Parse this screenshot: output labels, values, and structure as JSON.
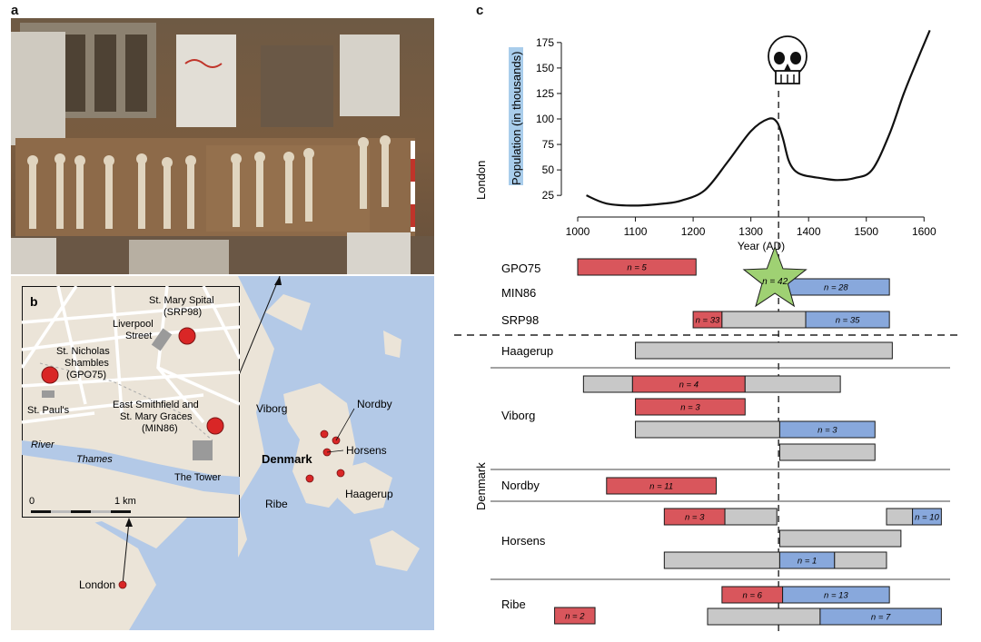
{
  "panels": {
    "a": "a",
    "b": "b",
    "c": "c"
  },
  "map_b": {
    "labels": {
      "spital_1": "St. Mary Spital",
      "spital_2": "(SRP98)",
      "liverpool_1": "Liverpool",
      "liverpool_2": "Street",
      "nicholas_1": "St. Nicholas",
      "nicholas_2": "Shambles",
      "nicholas_3": "(GPO75)",
      "pauls": "St. Paul's",
      "smithfield_1": "East Smithfield and",
      "smithfield_2": "St. Mary Graces",
      "smithfield_3": "(MIN86)",
      "river": "River",
      "thames": "Thames",
      "tower": "The Tower",
      "scale_0": "0",
      "scale_1": "1 km"
    }
  },
  "map_overview": {
    "labels": {
      "viborg": "Viborg",
      "nordby": "Nordby",
      "denmark": "Denmark",
      "horsens": "Horsens",
      "ribe": "Ribe",
      "haagerup": "Haagerup",
      "london": "London"
    }
  },
  "chart_data": {
    "type": "line",
    "region_label": "London",
    "ylabel": "Population (in thousands)",
    "xlabel": "Year (AD)",
    "xlim": [
      1000,
      1620
    ],
    "ylim": [
      10,
      190
    ],
    "yticks": [
      25,
      50,
      75,
      100,
      125,
      150,
      175
    ],
    "xticks": [
      1000,
      1100,
      1200,
      1300,
      1400,
      1500,
      1600
    ],
    "marker_year": 1348,
    "series": [
      {
        "x": [
          1015,
          1050,
          1100,
          1150,
          1180,
          1220,
          1260,
          1300,
          1330,
          1345,
          1355,
          1365,
          1375,
          1390,
          1420,
          1450,
          1480,
          1510,
          1540,
          1565,
          1590,
          1610
        ],
        "values": [
          25,
          17,
          15,
          17,
          20,
          30,
          58,
          88,
          100,
          97,
          82,
          60,
          50,
          45,
          42,
          40,
          42,
          50,
          85,
          125,
          160,
          187
        ]
      }
    ]
  },
  "timeline": {
    "london_sites": [
      "GPO75",
      "MIN86",
      "SRP98"
    ],
    "denmark_label": "Denmark",
    "denmark_sites": [
      "Haagerup",
      "Viborg",
      "Nordby",
      "Horsens",
      "Ribe"
    ],
    "bars": [
      {
        "row": 0,
        "start": 1000,
        "end": 1205,
        "kind": "pre",
        "label": "n = 5"
      },
      {
        "row": 1,
        "start": 1355,
        "end": 1540,
        "kind": "post",
        "label": "n = 28"
      },
      {
        "row": 2,
        "start": 1200,
        "end": 1250,
        "kind": "pre",
        "label": "n = 33"
      },
      {
        "row": 2,
        "start": 1250,
        "end": 1395,
        "kind": "undated",
        "label": ""
      },
      {
        "row": 2,
        "start": 1395,
        "end": 1540,
        "kind": "post",
        "label": "n = 35"
      },
      {
        "row": 3,
        "start": 1100,
        "end": 1545,
        "kind": "undated",
        "label": ""
      },
      {
        "row": 4,
        "start": 1010,
        "end": 1095,
        "kind": "undated",
        "label": ""
      },
      {
        "row": 4,
        "start": 1095,
        "end": 1290,
        "kind": "pre",
        "label": "n = 4"
      },
      {
        "row": 4,
        "start": 1290,
        "end": 1455,
        "kind": "undated",
        "label": ""
      },
      {
        "row": 5,
        "start": 1100,
        "end": 1290,
        "kind": "pre",
        "label": "n = 3"
      },
      {
        "row": 6,
        "start": 1100,
        "end": 1350,
        "kind": "undated",
        "label": ""
      },
      {
        "row": 6,
        "start": 1350,
        "end": 1515,
        "kind": "post",
        "label": "n = 3"
      },
      {
        "row": 7,
        "start": 1350,
        "end": 1515,
        "kind": "undated",
        "label": ""
      },
      {
        "row": 8,
        "start": 1050,
        "end": 1240,
        "kind": "pre",
        "label": "n = 11"
      },
      {
        "row": 9,
        "start": 1150,
        "end": 1255,
        "kind": "pre",
        "label": "n = 3"
      },
      {
        "row": 9,
        "start": 1255,
        "end": 1345,
        "kind": "undated",
        "label": ""
      },
      {
        "row": 9,
        "start": 1535,
        "end": 1580,
        "kind": "undated",
        "label": ""
      },
      {
        "row": 9,
        "start": 1580,
        "end": 1630,
        "kind": "post",
        "label": "n = 10"
      },
      {
        "row": 10,
        "start": 1350,
        "end": 1560,
        "kind": "undated",
        "label": ""
      },
      {
        "row": 11,
        "start": 1150,
        "end": 1350,
        "kind": "undated",
        "label": ""
      },
      {
        "row": 11,
        "start": 1350,
        "end": 1445,
        "kind": "post",
        "label": "n = 1"
      },
      {
        "row": 11,
        "start": 1445,
        "end": 1535,
        "kind": "undated",
        "label": ""
      },
      {
        "row": 12,
        "start": 1250,
        "end": 1355,
        "kind": "pre",
        "label": "n = 6"
      },
      {
        "row": 12,
        "start": 1355,
        "end": 1540,
        "kind": "post",
        "label": "n = 13"
      },
      {
        "row": 13,
        "start": 1225,
        "end": 1420,
        "kind": "undated",
        "label": ""
      },
      {
        "row": 13,
        "start": 1420,
        "end": 1630,
        "kind": "post",
        "label": "n = 7"
      },
      {
        "row": 14,
        "start": 960,
        "end": 1030,
        "kind": "pre",
        "label": "n = 2"
      }
    ],
    "star_label": "n = 42",
    "colors": {
      "pre": "#d9565c",
      "post": "#88a8dc",
      "undated": "#c8c8c8",
      "star": "#9fd173",
      "outline": "#1a1a1a"
    }
  }
}
